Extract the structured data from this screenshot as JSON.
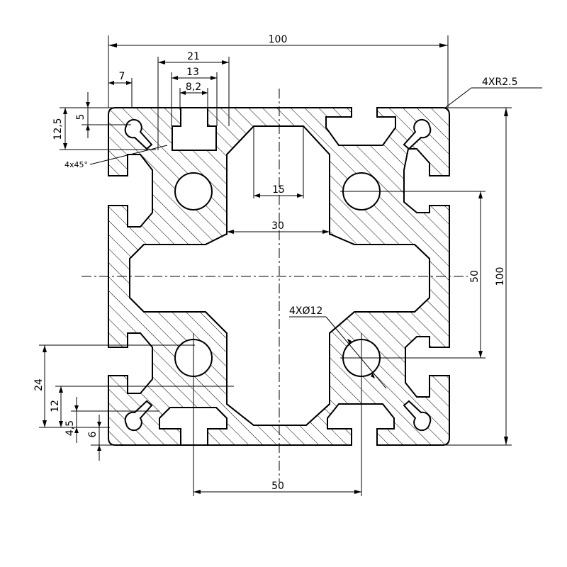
{
  "dimensions": {
    "overall_width": "100",
    "slot_outer_width": "21",
    "slot_inner_width": "13",
    "slot_neck_width": "8,2",
    "slot_offset": "7",
    "corner_radius": "4XR2.5",
    "chamfer": "4x45°",
    "depth_outer": "12,5",
    "depth_inner": "5",
    "cavity_inner_width": "15",
    "cavity_outer_width": "30",
    "hole_spacing_vertical": "50",
    "overall_height": "100",
    "hole_diameter": "4XØ12",
    "hole_offset_24": "24",
    "hole_offset_12": "12",
    "wall_4_5": "4,5",
    "wall_6": "6",
    "hole_spacing_horizontal": "50"
  },
  "colors": {
    "line": "#000000",
    "background": "#ffffff"
  }
}
